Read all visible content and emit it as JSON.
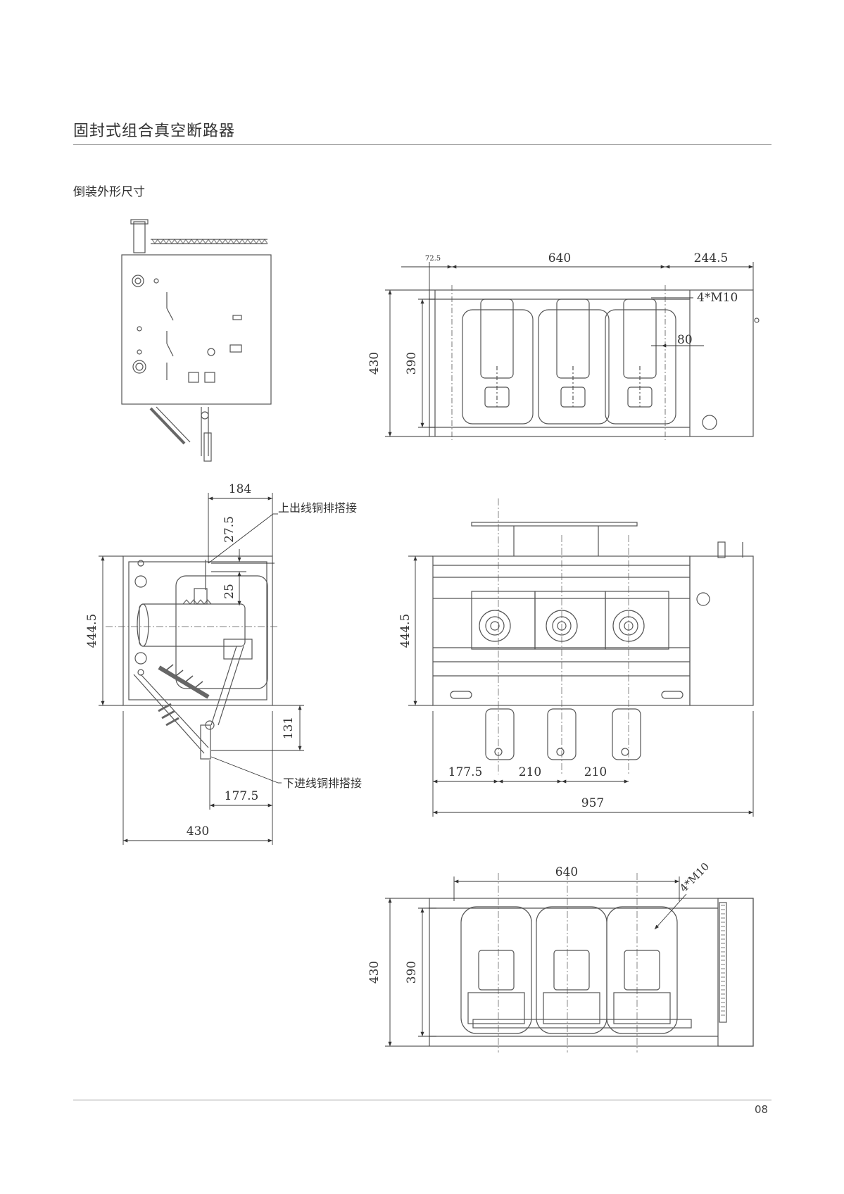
{
  "header": {
    "title": "固封式组合真空断路器"
  },
  "section": {
    "title": "倒装外形尺寸"
  },
  "footer": {
    "page_number": "08"
  },
  "views": {
    "top_view": {
      "dim_offset": "72.5",
      "dim_width": "640",
      "dim_right": "244.5",
      "dim_holes": "4*M10",
      "dim_80": "80",
      "dim_height_outer": "430",
      "dim_height_inner": "390"
    },
    "side_view": {
      "dim_184": "184",
      "dim_27_5": "27.5",
      "dim_25": "25",
      "dim_height": "444.5",
      "dim_131": "131",
      "dim_177_5": "177.5",
      "dim_width": "430",
      "label_upper": "上出线铜排搭接",
      "label_lower": "下进线铜排搭接"
    },
    "front_view": {
      "dim_height": "444.5",
      "dim_177_5": "177.5",
      "dim_210_a": "210",
      "dim_210_b": "210",
      "dim_width": "957"
    },
    "bottom_view": {
      "dim_width": "640",
      "dim_holes": "4*M10",
      "dim_height_outer": "430",
      "dim_height_inner": "390"
    }
  }
}
